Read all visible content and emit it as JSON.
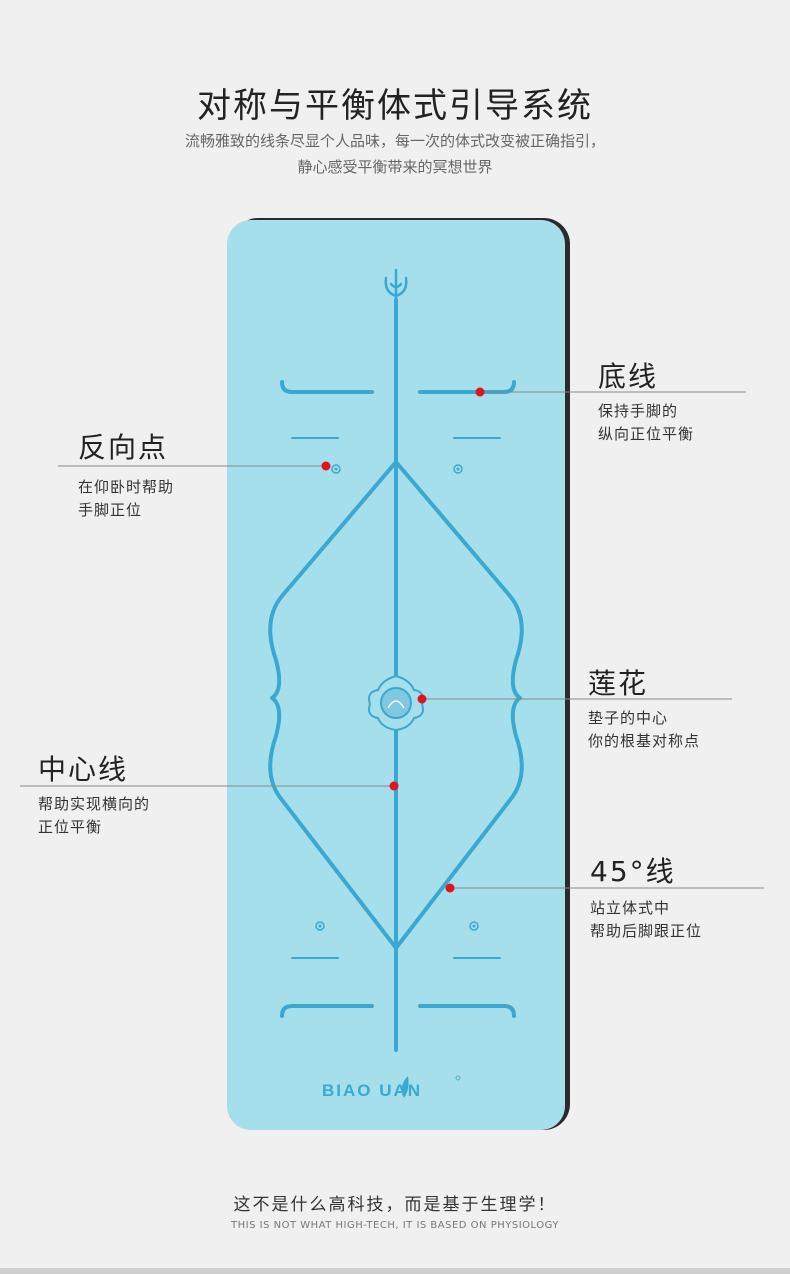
{
  "header": {
    "title_main": "对称与平衡",
    "title_accent": "体式引导系统",
    "subtitle_line1": "流畅雅致的线条尽显个人品味，每一次的体式改变被正确指引，",
    "subtitle_line2": "静心感受平衡带来的冥想世界"
  },
  "mat": {
    "brand": "BIAO UAN",
    "mat_color": "#a6dfec",
    "line_color": "#3aa8d0",
    "dot_color": "#e0141c"
  },
  "callouts": {
    "bottom_line": {
      "label": "底线",
      "desc1": "保持手脚的",
      "desc2": "纵向正位平衡"
    },
    "reverse_point": {
      "label": "反向点",
      "desc1": "在仰卧时帮助",
      "desc2": "手脚正位"
    },
    "lotus": {
      "label": "莲花",
      "desc1": "垫子的中心",
      "desc2": "你的根基对称点"
    },
    "center_line": {
      "label": "中心线",
      "desc1": "帮助实现横向的",
      "desc2": "正位平衡"
    },
    "deg45_line": {
      "label": "45°线",
      "desc1": "站立体式中",
      "desc2": "帮助后脚跟正位"
    }
  },
  "footer": {
    "cn": "这不是什么高科技，而是基于生理学！",
    "en": "THIS IS NOT WHAT HIGH-TECH, IT IS BASED ON PHYSIOLOGY"
  }
}
